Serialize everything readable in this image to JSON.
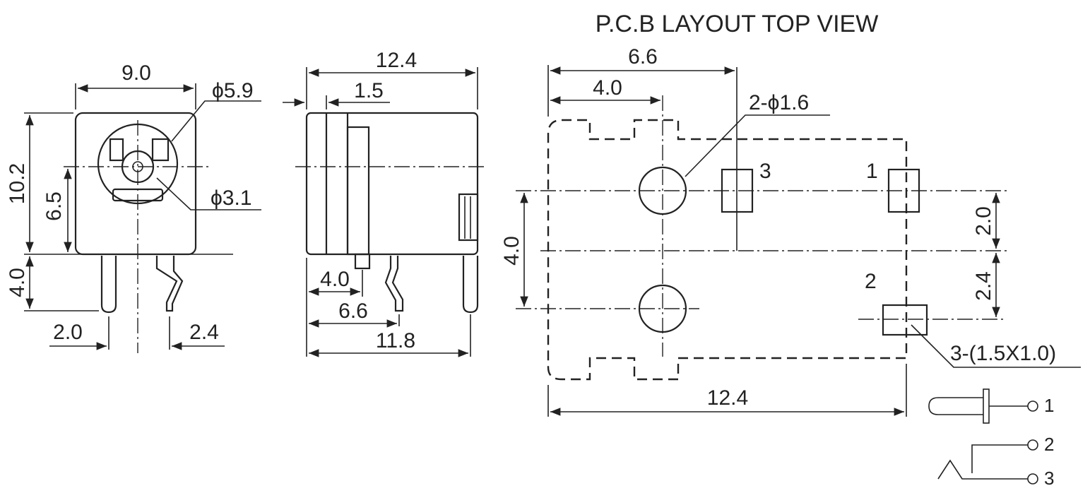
{
  "title": "P.C.B LAYOUT TOP VIEW",
  "front_view": {
    "width": "9.0",
    "outer_diameter": "ϕ5.9",
    "inner_diameter": "ϕ3.1",
    "height": "10.2",
    "center_height": "6.5",
    "pin_length": "4.0",
    "pin_offset_left": "2.0",
    "pin_offset_right": "2.4"
  },
  "side_view": {
    "length": "12.4",
    "flange": "1.5",
    "pin_a": "4.0",
    "pin_b": "6.6",
    "pin_c": "11.8"
  },
  "pcb_view": {
    "width_top": "6.6",
    "width_inner": "4.0",
    "hole_callout": "2-ϕ1.6",
    "pad_label_3": "3",
    "pad_label_1": "1",
    "pad_label_2": "2",
    "dim_vertical": "4.0",
    "dim_right_upper": "2.0",
    "dim_right_lower": "2.4",
    "pad_callout": "3-(1.5X1.0)",
    "length": "12.4"
  },
  "schematic": {
    "pin1": "1",
    "pin2": "2",
    "pin3": "3"
  }
}
